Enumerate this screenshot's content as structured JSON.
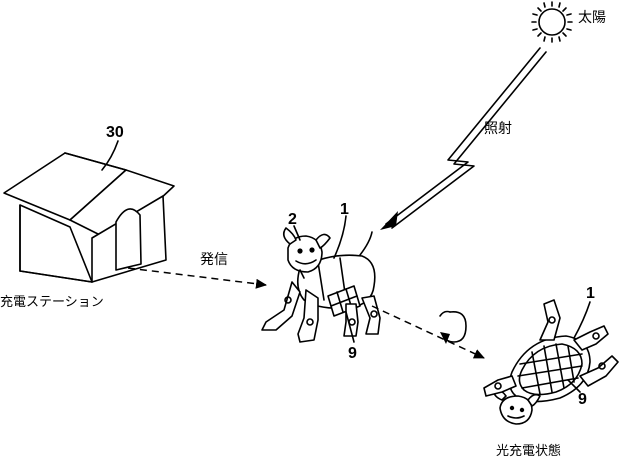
{
  "labels": {
    "sun": "太陽",
    "irradiation": "照射",
    "transmit": "発信",
    "charging_station": "充電ステーション",
    "photo_charging_state": "光充電状態"
  },
  "reference_numerals": {
    "station": "30",
    "robot_standing": "1",
    "robot_head": "2",
    "solar_panel_standing": "9",
    "robot_lying": "1",
    "solar_panel_lying": "9"
  },
  "colors": {
    "ink": "#000000",
    "paper": "#ffffff"
  }
}
